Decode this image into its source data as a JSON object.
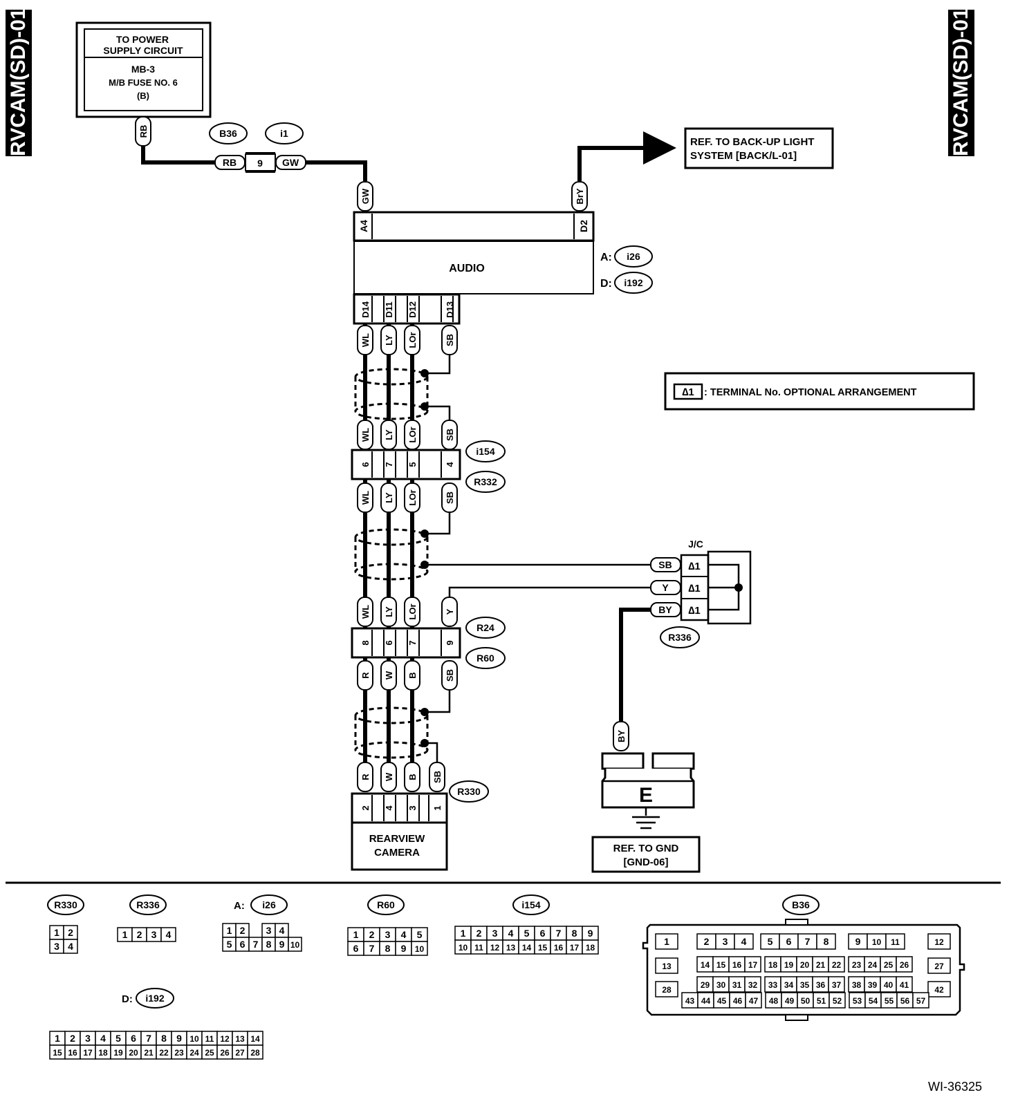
{
  "page_code": "RVCAM(SD)-01",
  "doc_id": "WI-36325",
  "power_box": {
    "line1": "TO POWER",
    "line2": "SUPPLY CIRCUIT",
    "line3": "MB-3",
    "line4": "M/B FUSE NO. 6",
    "line5": "(B)"
  },
  "ref_backup": {
    "line1": "REF. TO BACK-UP LIGHT",
    "line2": "SYSTEM [BACK/L-01]"
  },
  "legend": {
    "symbol": "∆1",
    "text": ": TERMINAL No. OPTIONAL ARRANGEMENT"
  },
  "audio": {
    "label": "AUDIO",
    "conn_a_prefix": "A:",
    "conn_a": "i26",
    "conn_d_prefix": "D:",
    "conn_d": "i192",
    "top_pins": [
      "A4",
      "D2"
    ],
    "bottom_pins": [
      "D14",
      "D11",
      "D12",
      "D13"
    ]
  },
  "connectors": {
    "b36": "B36",
    "i1": "i1",
    "i154": "i154",
    "r332": "R332",
    "r24": "R24",
    "r60": "R60",
    "r330": "R330",
    "r336": "R336",
    "jc": "J/C"
  },
  "wires": {
    "rb": "RB",
    "gw": "GW",
    "bry": "BrY",
    "wl": "WL",
    "ly": "LY",
    "lor": "LOr",
    "sb": "SB",
    "y": "Y",
    "by": "BY",
    "r": "R",
    "w": "W",
    "b": "B"
  },
  "pins": {
    "b36_i1": "9",
    "i154": [
      "6",
      "7",
      "5",
      "4"
    ],
    "r24": [
      "8",
      "6",
      "7",
      "9"
    ],
    "r330": [
      "2",
      "4",
      "3",
      "1"
    ],
    "jc_star": "∆1"
  },
  "camera": {
    "line1": "REARVIEW",
    "line2": "CAMERA"
  },
  "ground": {
    "label": "E",
    "ref1": "REF. TO GND",
    "ref2": "[GND-06]"
  },
  "connector_views": {
    "a_prefix": "A:",
    "d_prefix": "D:",
    "r330": [
      [
        "1",
        "2"
      ],
      [
        "3",
        "4"
      ]
    ],
    "r336": [
      "1",
      "2",
      "3",
      "4"
    ],
    "i26": [
      [
        "1",
        "2",
        "",
        "3",
        "4"
      ],
      [
        "5",
        "6",
        "7",
        "8",
        "9",
        "10"
      ]
    ],
    "r60": [
      [
        "1",
        "2",
        "3",
        "4",
        "5"
      ],
      [
        "6",
        "7",
        "8",
        "9",
        "10"
      ]
    ],
    "i154": [
      [
        "1",
        "2",
        "3",
        "4",
        "5",
        "6",
        "7",
        "8",
        "9"
      ],
      [
        "10",
        "11",
        "12",
        "13",
        "14",
        "15",
        "16",
        "17",
        "18"
      ]
    ],
    "i192": [
      [
        "1",
        "2",
        "3",
        "4",
        "5",
        "6",
        "7",
        "8",
        "9",
        "10",
        "11",
        "12",
        "13",
        "14"
      ],
      [
        "15",
        "16",
        "17",
        "18",
        "19",
        "20",
        "21",
        "22",
        "23",
        "24",
        "25",
        "26",
        "27",
        "28"
      ]
    ],
    "b36": {
      "row1": [
        "1",
        "2",
        "3",
        "4",
        "5",
        "6",
        "7",
        "8",
        "9",
        "10",
        "11",
        "12"
      ],
      "row2": [
        "13",
        "14",
        "15",
        "16",
        "17",
        "18",
        "19",
        "20",
        "21",
        "22",
        "23",
        "24",
        "25",
        "26",
        "27"
      ],
      "row3": [
        "28",
        "29",
        "30",
        "31",
        "32",
        "33",
        "34",
        "35",
        "36",
        "37",
        "38",
        "39",
        "40",
        "41",
        "42"
      ],
      "row4": [
        "43",
        "44",
        "45",
        "46",
        "47",
        "48",
        "49",
        "50",
        "51",
        "52",
        "53",
        "54",
        "55",
        "56",
        "57"
      ]
    }
  }
}
